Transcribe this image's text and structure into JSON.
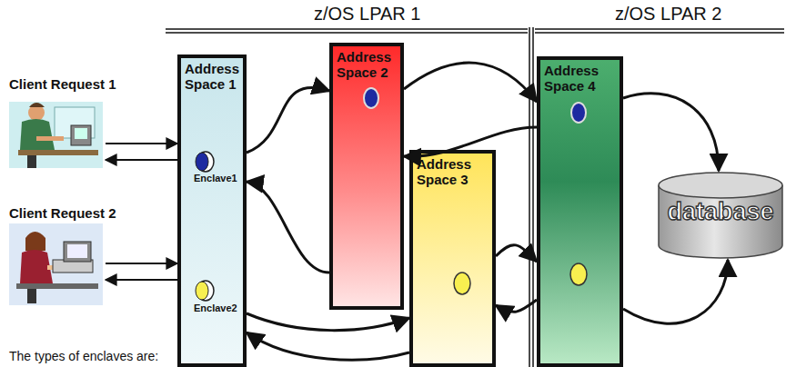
{
  "diagram": {
    "nodes": [
      {
        "text": [
          "Client Request 1"
        ]
      },
      {
        "text": [
          "Client Request 2"
        ]
      },
      {
        "text": [
          "Address Space 1"
        ]
      },
      {
        "text": [
          "Address Space 2"
        ]
      },
      {
        "text": [
          "Address Space 3"
        ]
      },
      {
        "text": [
          "Address Space 4"
        ]
      },
      {
        "text": [
          "database"
        ]
      }
    ],
    "edges": [
      {
        "from": 0,
        "to": 2,
        "arrow": "to"
      },
      {
        "from": 2,
        "to": 0,
        "arrow": "to"
      },
      {
        "from": 1,
        "to": 2,
        "arrow": "to"
      },
      {
        "from": 2,
        "to": 1,
        "arrow": "to"
      },
      {
        "from": 2,
        "to": 3,
        "arrow": "to"
      },
      {
        "from": 3,
        "to": 5,
        "arrow": "to"
      },
      {
        "from": 5,
        "to": 3,
        "arrow": "to"
      },
      {
        "from": 3,
        "to": 2,
        "arrow": "to"
      },
      {
        "from": 2,
        "to": 4,
        "arrow": "to"
      },
      {
        "from": 4,
        "to": 2,
        "arrow": "to"
      },
      {
        "from": 4,
        "to": 5,
        "arrow": "to"
      },
      {
        "from": 5,
        "to": 4,
        "arrow": "to"
      },
      {
        "from": 5,
        "to": 6,
        "arrow": "to"
      },
      {
        "from": 5,
        "to": 6,
        "arrow": "to"
      }
    ],
    "labels": [
      "z/OS LPAR 1",
      "z/OS LPAR 2",
      "Enclave1",
      "Enclave2",
      "The types of enclaves are:"
    ]
  }
}
